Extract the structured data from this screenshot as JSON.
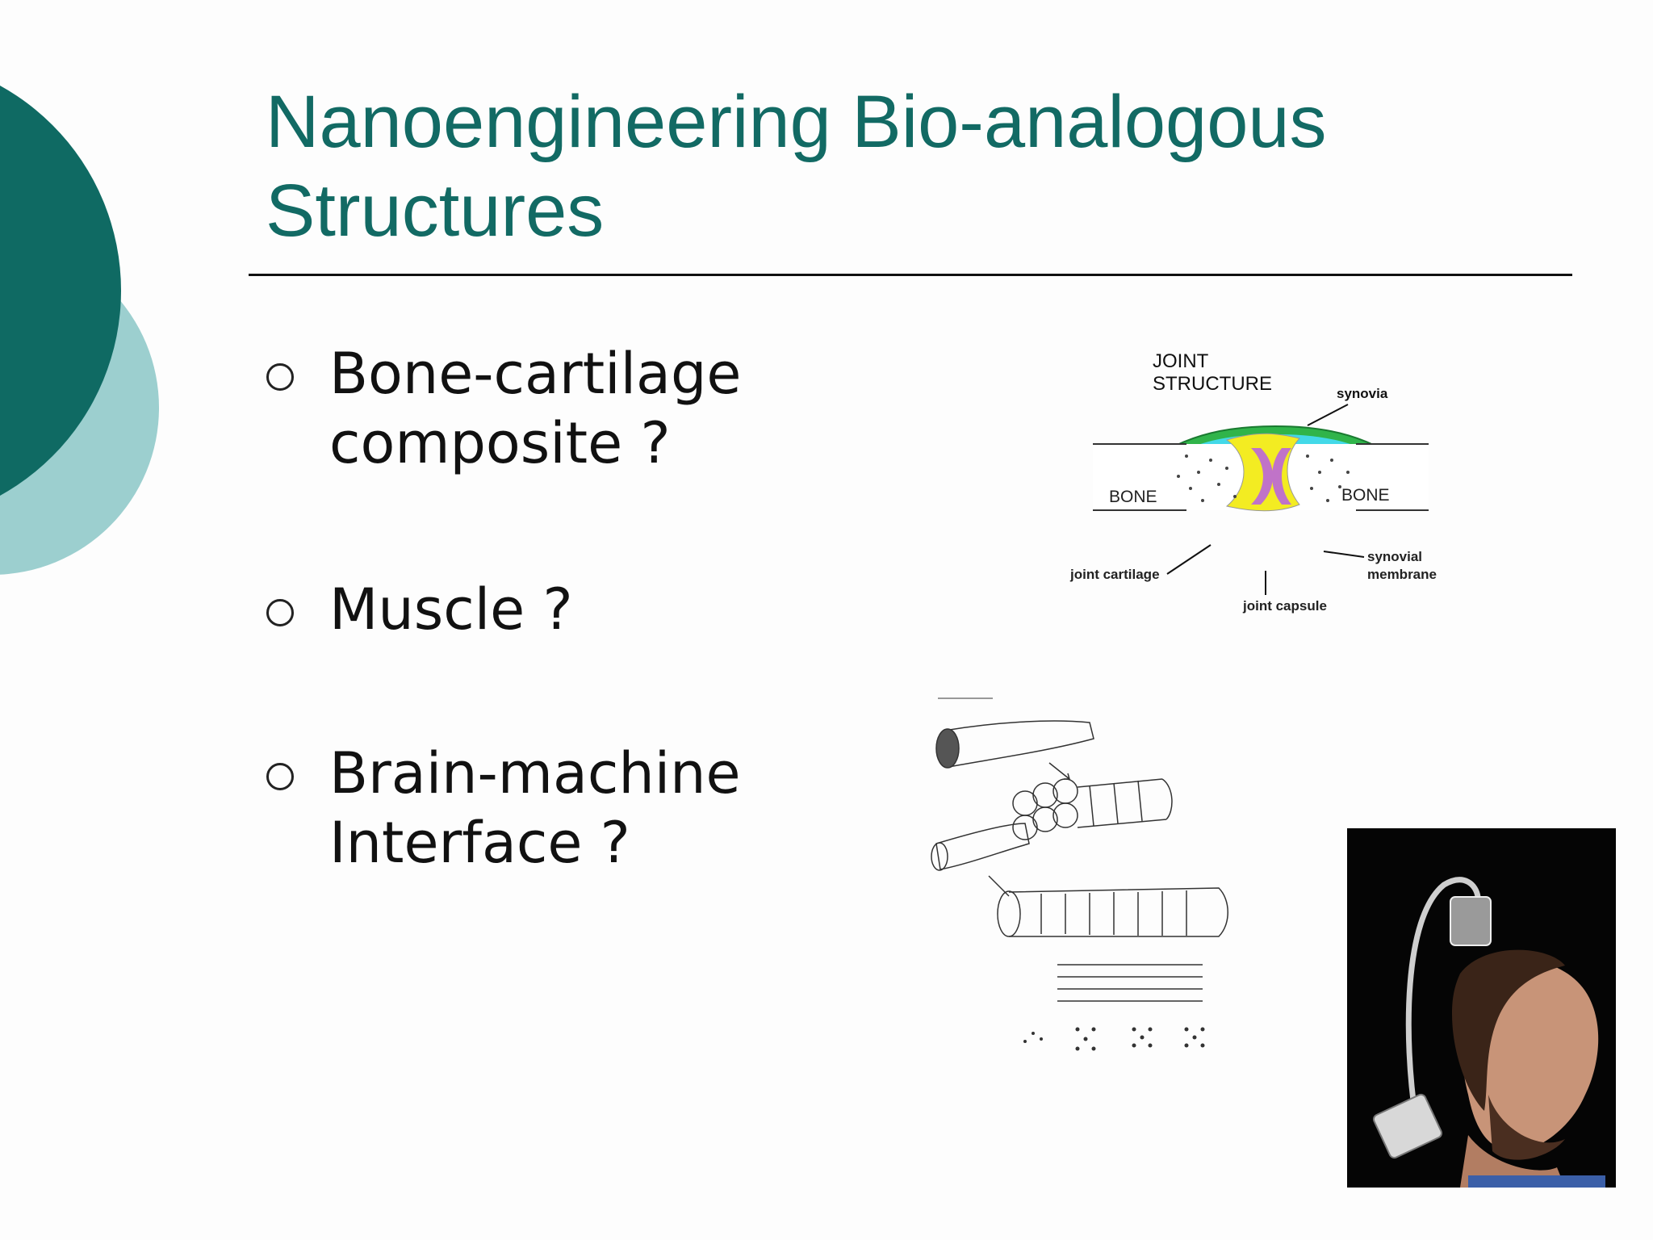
{
  "slide": {
    "title_lines": [
      "Nanoengineering Bio-analogous",
      "Structures"
    ],
    "colors": {
      "title": "#126a64",
      "deco_dark": "#0f6a63",
      "deco_light": "#9ccfcf"
    },
    "bullets": [
      {
        "lines": [
          "Bone-cartilage",
          "composite ?"
        ]
      },
      {
        "lines": [
          "Muscle ?"
        ]
      },
      {
        "lines": [
          "Brain-machine",
          "Interface ?"
        ]
      }
    ]
  },
  "joint_diagram": {
    "heading_lines": [
      "JOINT",
      "STRUCTURE"
    ],
    "labels": {
      "synovia": "synovia",
      "bone_left": "BONE",
      "bone_right": "BONE",
      "synovial_membrane_lines": [
        "synovial",
        "membrane"
      ],
      "joint_cartilage": "joint cartilage",
      "joint_capsule": "joint capsule"
    },
    "colors": {
      "capsule": "#30b44a",
      "fluid": "#43d9e8",
      "cartilage": "#f3ec22",
      "membrane": "#c073c8"
    }
  },
  "muscle_diagram": {
    "icon": "muscle-fiber-hierarchy-illustration"
  },
  "photo": {
    "icon": "brain-machine-interface-patient-photo"
  }
}
